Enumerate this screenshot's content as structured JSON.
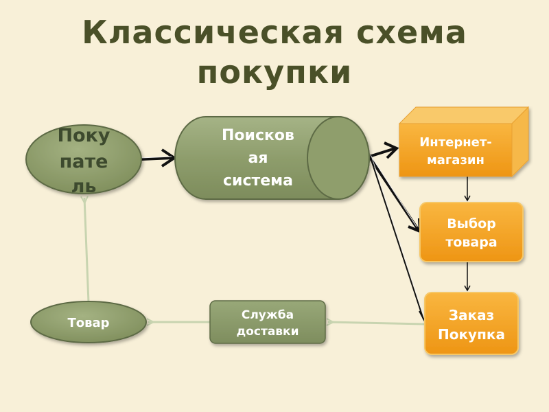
{
  "title": {
    "line1": "Классическая схема",
    "line2": "покупки"
  },
  "nodes": {
    "buyer": [
      "Поку",
      "пате",
      "ль"
    ],
    "search": [
      "Поисков",
      "ая",
      "система"
    ],
    "shop": [
      "Интернет-",
      "магазин"
    ],
    "choice": [
      "Выбор",
      "товара"
    ],
    "order": [
      "Заказ",
      "Покупка"
    ],
    "delivery": [
      "Служба",
      "доставки"
    ],
    "goods": [
      "Товар"
    ]
  },
  "colors": {
    "background": "#f8f0d8",
    "title": "#4a5028",
    "olive_fill": "#8f9e6c",
    "olive_stroke": "#5d6b45",
    "orange_fill": "#f4a21c",
    "orange_side": "#f6c766",
    "arrow_black": "#111111",
    "arrow_light": "#c8d4b0"
  }
}
